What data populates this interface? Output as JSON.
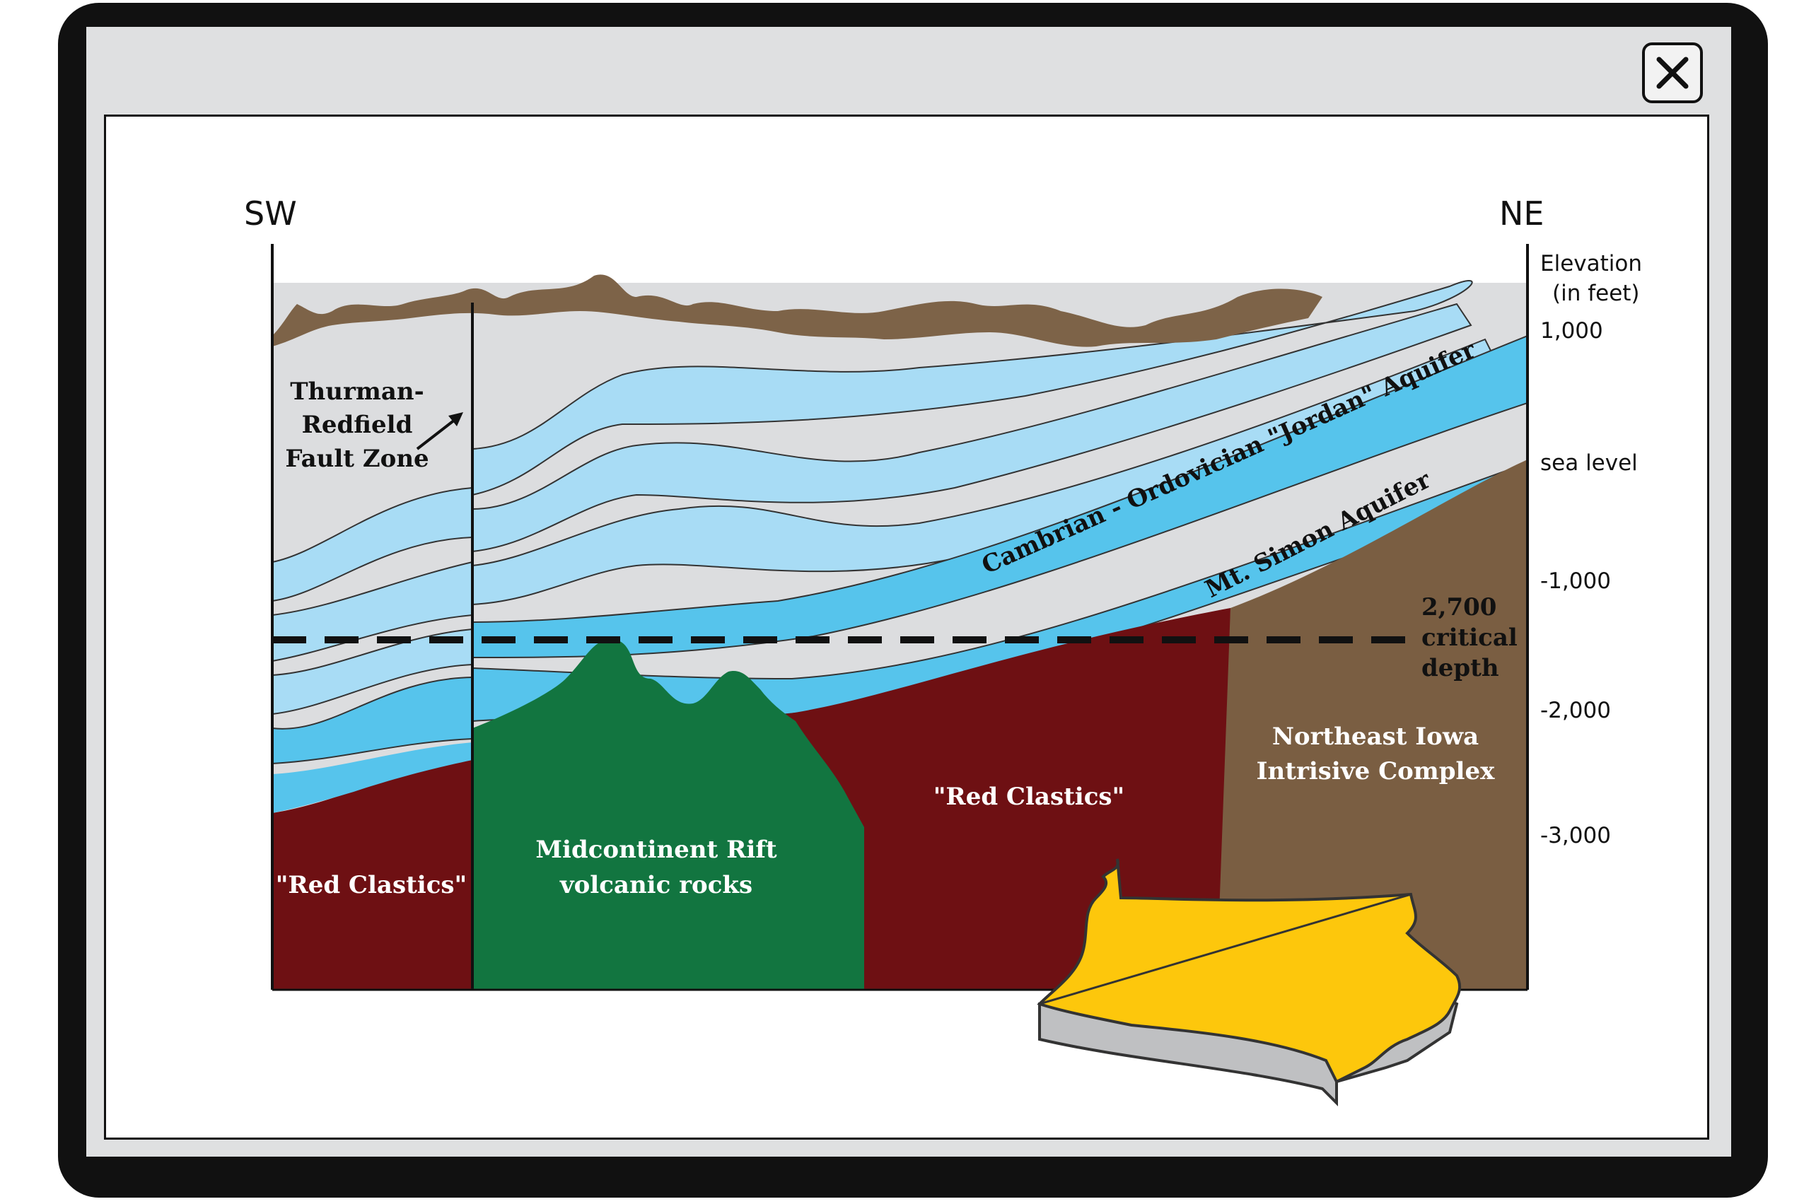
{
  "window": {
    "close_label": "✕"
  },
  "diagram": {
    "direction_left": "SW",
    "direction_right": "NE",
    "elevation_title_line1": "Elevation",
    "elevation_title_line2": "(in feet)",
    "elevation_ticks": [
      "1,000",
      "sea level",
      "-1,000",
      "-2,000",
      "-3,000"
    ],
    "fault_label_lines": [
      "Thurman-",
      "Redfield",
      "Fault Zone"
    ],
    "critical_depth_lines": [
      "2,700",
      "critical",
      "depth"
    ],
    "jordan_aquifer_label": "Cambrian - Ordovician \"Jordan\" Aquifer",
    "mt_simon_label": "Mt. Simon Aquifer",
    "red_clastics_left": "\"Red Clastics\"",
    "red_clastics_center": "\"Red Clastics\"",
    "rift_label_lines": [
      "Midcontinent Rift",
      "volcanic rocks"
    ],
    "intrusive_label_lines": [
      "Northeast Iowa",
      "Intrisive Complex"
    ]
  },
  "colors": {
    "frame_dark": "#111111",
    "panel_gray": "#dfe0e1",
    "surface_soil": "#7d6348",
    "shale_gray": "#dcdddf",
    "aquifer_light": "#a8dcf5",
    "aquifer_blue": "#56c4ec",
    "red_clastics": "#6e1013",
    "rift_green": "#127540",
    "intrusive_brown": "#7a5e42",
    "iowa_yellow": "#fdc70c",
    "iowa_side": "#bfc0c2"
  },
  "icons": {
    "close": "close-x-icon",
    "iowa_map": "iowa-state-map-icon",
    "fault_arrow": "arrow-icon"
  }
}
